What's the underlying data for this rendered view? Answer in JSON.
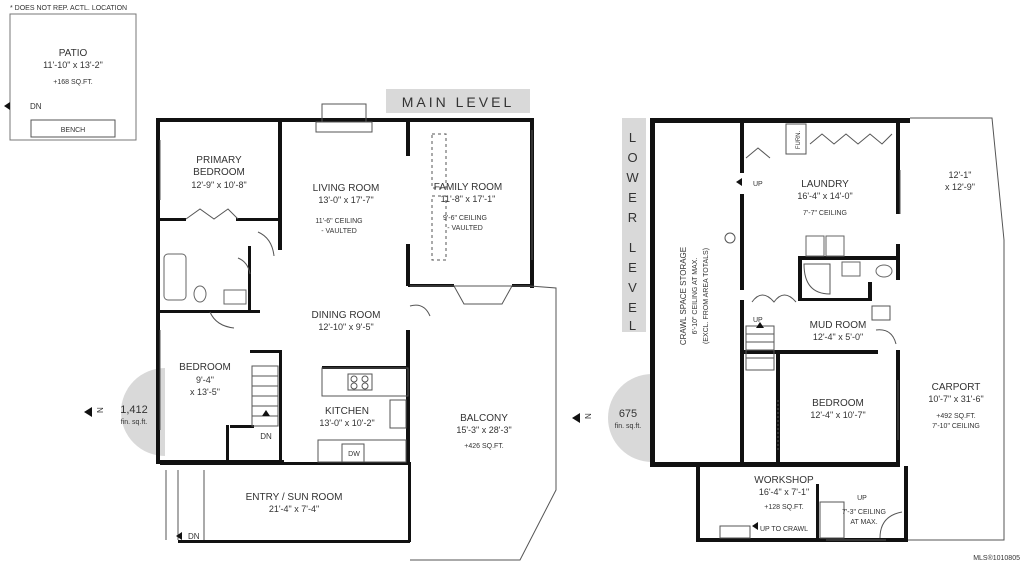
{
  "note": "* DOES NOT REP. ACTL. LOCATION",
  "watermark": "MLS®1010805",
  "main_level": {
    "banner": "MAIN LEVEL",
    "area": "1,412",
    "area_unit": "fin. sq.ft.",
    "north": "N",
    "rooms": {
      "patio": {
        "name": "PATIO",
        "dims": "11'-10\" x 13'-2\"",
        "extra": "+168 SQ.FT."
      },
      "bench": "BENCH",
      "patio_dn": "DN",
      "primary": {
        "name1": "PRIMARY",
        "name2": "BEDROOM",
        "dims": "12'-9\" x 10'-8\""
      },
      "living": {
        "name": "LIVING ROOM",
        "dims": "13'-0\" x 17'-7\"",
        "ceil1": "11'-6\" CEILING",
        "ceil2": "- VAULTED"
      },
      "family": {
        "name": "FAMILY ROOM",
        "dims": "11'-8\" x 17'-1\"",
        "ceil1": "9'-6\" CEILING",
        "ceil2": "- VAULTED"
      },
      "dining": {
        "name": "DINING ROOM",
        "dims": "12'-10\" x 9'-5\""
      },
      "bedroom": {
        "name": "BEDROOM",
        "dims1": "9'-4\"",
        "dims2": "x 13'-5\""
      },
      "kitchen": {
        "name": "KITCHEN",
        "dims": "13'-0\" x 10'-2\""
      },
      "dw": "DW",
      "stairs_dn": "DN",
      "balcony": {
        "name": "BALCONY",
        "dims": "15'-3\" x 28'-3\"",
        "extra": "+426 SQ.FT."
      },
      "entry": {
        "name": "ENTRY / SUN ROOM",
        "dims": "21'-4\" x 7'-4\""
      },
      "entry_dn": "DN"
    }
  },
  "lower_level": {
    "banner": [
      "L",
      "O",
      "W",
      "E",
      "R",
      "L",
      "E",
      "V",
      "E",
      "L"
    ],
    "area": "675",
    "area_unit": "fin. sq.ft.",
    "north": "N",
    "rooms": {
      "crawl": {
        "line1": "CRAWL SPACE STORAGE",
        "line2": "6'-10\" CEILING AT MAX.",
        "line3": "(EXCL. FROM AREA TOTALS)"
      },
      "furn": "FURN.",
      "laundry_up": "UP",
      "laundry": {
        "name": "LAUNDRY",
        "dims": "16'-4\" x 14'-0\"",
        "ceil": "7'-7\" CEILING"
      },
      "deck": {
        "dims1": "12'-1\"",
        "dims2": "x 12'-9\""
      },
      "mudroom_up": "UP",
      "mudroom": {
        "name": "MUD ROOM",
        "dims": "12'-4\" x 5'-0\""
      },
      "bedroom": {
        "name": "BEDROOM",
        "dims": "12'-4\" x 10'-7\""
      },
      "carport": {
        "name": "CARPORT",
        "dims": "10'-7\" x 31'-6\"",
        "extra": "+492 SQ.FT.",
        "ceil": "7'-10\" CEILING"
      },
      "workshop": {
        "name": "WORKSHOP",
        "dims": "16'-4\" x 7'-1\"",
        "extra": "+128 SQ.FT."
      },
      "workshop_up": "UP",
      "workshop_ceil1": "7'-3\" CEILING",
      "workshop_ceil2": "AT MAX.",
      "up_to_crawl": "UP TO CRAWL"
    }
  }
}
